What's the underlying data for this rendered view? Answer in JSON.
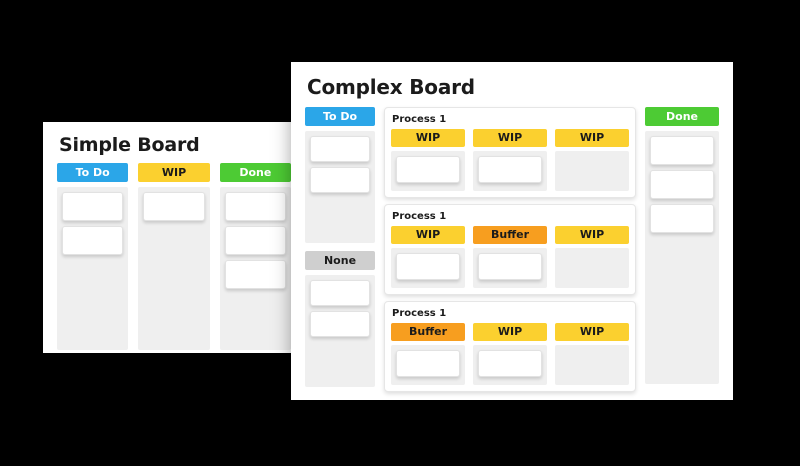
{
  "scene": {
    "background_color": "#000000",
    "panel_background": "#ffffff"
  },
  "colors": {
    "todo_blue": "#2ba6e8",
    "wip_yellow": "#fbd02f",
    "buffer_orange": "#f79e1f",
    "done_green": "#4dcb34",
    "none_grey": "#cfcfcf",
    "column_body_grey": "#efefef",
    "card_white": "#ffffff"
  },
  "simple_board": {
    "title": "Simple Board",
    "columns": [
      {
        "label": "To Do",
        "color": "blue",
        "cards": 2
      },
      {
        "label": "WIP",
        "color": "yellow",
        "cards": 1
      },
      {
        "label": "Done",
        "color": "green",
        "cards": 3
      }
    ]
  },
  "complex_board": {
    "title": "Complex Board",
    "left_columns": [
      {
        "label": "To Do",
        "color": "blue",
        "cards": 2
      },
      {
        "label": "None",
        "color": "grey",
        "cards": 2
      }
    ],
    "swimlanes": [
      {
        "title": "Process 1",
        "columns": [
          {
            "label": "WIP",
            "color": "yellow",
            "cards": 1
          },
          {
            "label": "WIP",
            "color": "yellow",
            "cards": 1
          },
          {
            "label": "WIP",
            "color": "yellow",
            "cards": 0
          }
        ]
      },
      {
        "title": "Process 1",
        "columns": [
          {
            "label": "WIP",
            "color": "yellow",
            "cards": 1
          },
          {
            "label": "Buffer",
            "color": "orange",
            "cards": 1
          },
          {
            "label": "WIP",
            "color": "yellow",
            "cards": 0
          }
        ]
      },
      {
        "title": "Process 1",
        "columns": [
          {
            "label": "Buffer",
            "color": "orange",
            "cards": 1
          },
          {
            "label": "WIP",
            "color": "yellow",
            "cards": 1
          },
          {
            "label": "WIP",
            "color": "yellow",
            "cards": 0
          }
        ]
      }
    ],
    "right_columns": [
      {
        "label": "Done",
        "color": "green",
        "cards": 3
      }
    ]
  }
}
